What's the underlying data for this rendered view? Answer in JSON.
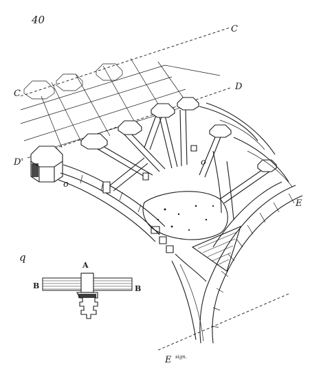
{
  "figure": {
    "number": "40",
    "detail_mark": "q"
  },
  "labels": {
    "C_left": "C",
    "C_right": "C",
    "D_right": "D",
    "D_left": "D'",
    "O_left": "o",
    "O_right": "o",
    "E_right": "E",
    "E_bottom": "E",
    "A_detail": "A",
    "B_left": "B",
    "B_right": "B"
  },
  "signature": "sign."
}
